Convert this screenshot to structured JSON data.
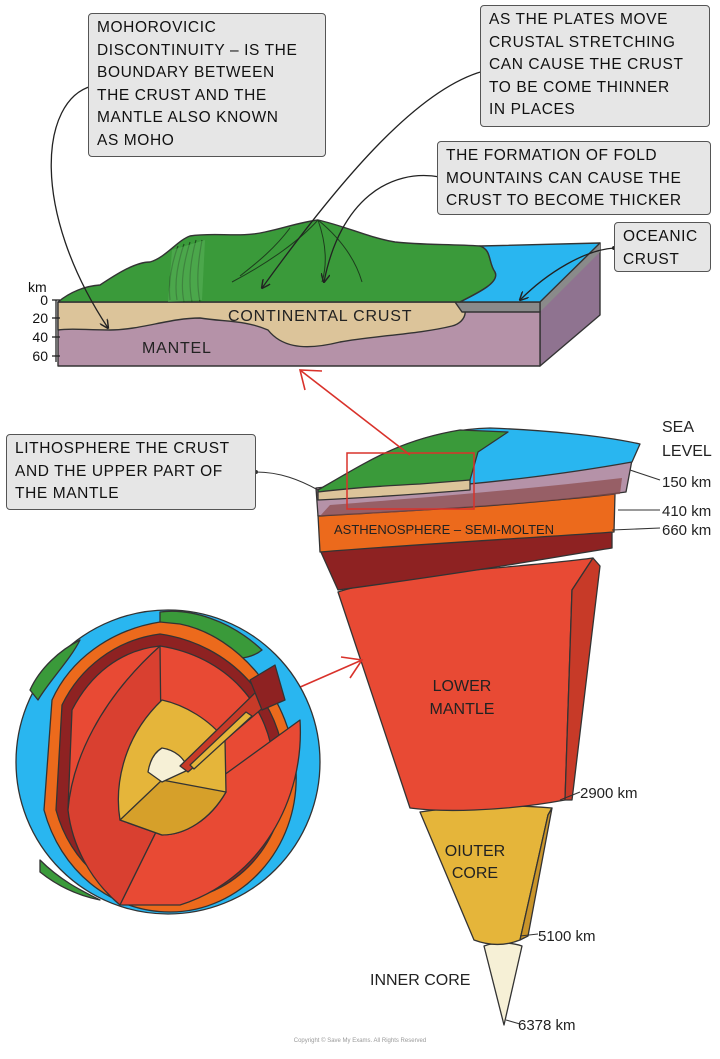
{
  "notes": {
    "moho": [
      "MOHOROVICIC",
      "DISCONTINUITY – IS THE",
      "BOUNDARY BETWEEN",
      "THE CRUST AND THE",
      "MANTLE  ALSO KNOWN",
      "AS MOHO"
    ],
    "stretching": [
      "AS THE PLATES MOVE",
      "CRUSTAL STRETCHING",
      "CAN CAUSE THE CRUST",
      "TO BE COME THINNER",
      "IN PLACES"
    ],
    "fold": [
      "THE FORMATION OF FOLD",
      "MOUNTAINS CAN CAUSE THE",
      "CRUST TO BECOME THICKER"
    ],
    "oceanic": [
      "OCEANIC",
      "CRUST"
    ],
    "lithosphere": [
      "LITHOSPHERE THE CRUST",
      "AND THE UPPER PART OF",
      "THE MANTLE"
    ]
  },
  "block": {
    "depth_unit": "km",
    "depth_ticks": [
      "0",
      "20",
      "40",
      "60"
    ],
    "continental_crust": "CONTINENTAL CRUST",
    "mantel": "MANTEL"
  },
  "layers": {
    "sea": "SEA",
    "level": "LEVEL",
    "d150": "150 km",
    "d410": "410 km",
    "d660": "660 km",
    "asthenosphere": "ASTHENOSPHERE – SEMI-MOLTEN",
    "lower1": "LOWER",
    "lower2": "MANTLE",
    "d2900": "2900 km",
    "outer1": "OIUTER",
    "outer2": "CORE",
    "d5100": "5100 km",
    "inner": "INNER CORE",
    "d6378": "6378 km"
  },
  "copyright": "Copyright © Save My Exams. All Rights Reserved",
  "colors": {
    "land_green": "#3a9a3a",
    "ocean_blue": "#29b6f0",
    "crust_tan": "#dcc49a",
    "mantle_mauve": "#b592a8",
    "asthenosphere_orange": "#ec6a1c",
    "lower_mantle_red": "#e84a34",
    "outer_core_yellow": "#e5b53a",
    "inner_core_cream": "#f6f0d6",
    "arrow_red": "#d9322b"
  }
}
